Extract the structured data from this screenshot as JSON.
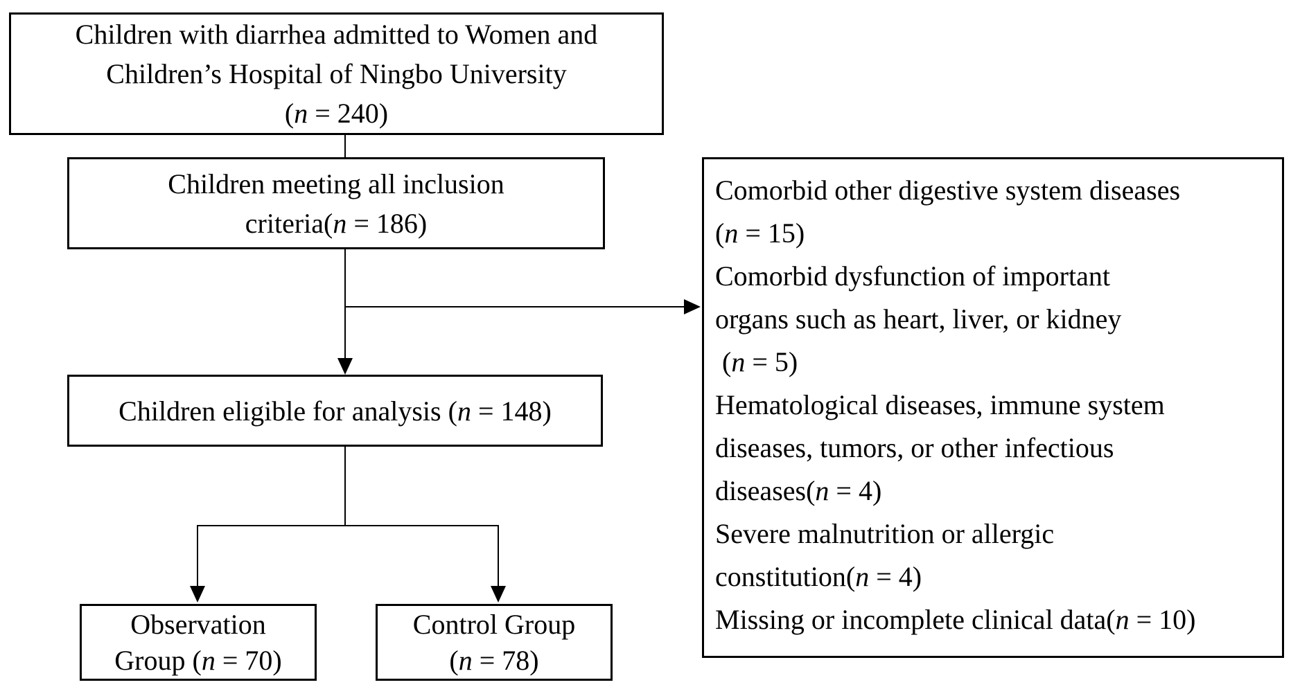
{
  "figure": {
    "type": "patient-flow-diagram",
    "background_color": "#ffffff",
    "line_color": "#000000",
    "text_color": "#000000"
  },
  "flowchart": {
    "boxes": {
      "enrollment": {
        "lines": [
          "Children with diarrhea admitted to Women and",
          "Children’s Hospital of Ningbo University",
          "(n = 240)"
        ]
      },
      "inclusion": {
        "lines": [
          "Children meeting all inclusion",
          "criteria(n = 186)"
        ]
      },
      "exclusion": {
        "lines": [
          "Comorbid other digestive system diseases",
          "(n = 15)",
          "Comorbid dysfunction of important",
          "organs such as heart, liver, or kidney",
          " (n = 5)",
          "Hematological diseases, immune system",
          "diseases, tumors, or other infectious",
          "diseases(n = 4)",
          "Severe malnutrition or allergic",
          "constitution(n = 4)",
          "Missing or incomplete clinical data(n = 10)"
        ]
      },
      "eligible": {
        "lines": [
          "Children eligible for analysis (n = 148)"
        ]
      },
      "observation": {
        "lines": [
          "Observation",
          "Group (n = 70)"
        ]
      },
      "control": {
        "lines": [
          "Control Group",
          "(n = 78)"
        ]
      }
    },
    "counts": {
      "admitted": 240,
      "meeting_inclusion_criteria": 186,
      "eligible_for_analysis": 148,
      "observation_group": 70,
      "control_group": 78,
      "excluded_digestive_diseases": 15,
      "excluded_organ_dysfunction": 5,
      "excluded_hematological_immune_tumor_infectious": 4,
      "excluded_malnutrition_allergic": 4,
      "excluded_missing_data": 10
    }
  }
}
